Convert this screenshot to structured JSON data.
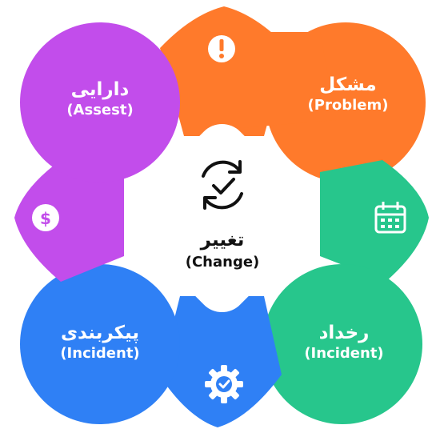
{
  "center": {
    "title_fa": "تغییر",
    "title_en": "(Change)",
    "icon": "refresh-check-icon"
  },
  "segments": [
    {
      "id": "problem",
      "title_fa": "مشکل",
      "title_en": "(Problem)",
      "color": "#FF7A2B",
      "icon": "exclamation-icon"
    },
    {
      "id": "incident-green",
      "title_fa": "رخداد",
      "title_en": "(Incident)",
      "color": "#27C68C",
      "icon": "calendar-icon"
    },
    {
      "id": "configuration",
      "title_fa": "پیکربندی",
      "title_en": "(Incident)",
      "color": "#2F80F5",
      "icon": "gear-check-icon"
    },
    {
      "id": "asset",
      "title_fa": "دارایی",
      "title_en": "(Assest)",
      "color": "#C24DEB",
      "icon": "dollar-icon"
    }
  ]
}
